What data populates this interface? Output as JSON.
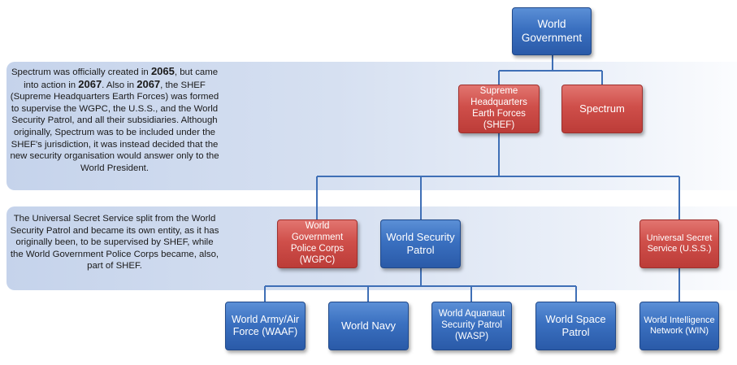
{
  "note_top": {
    "parts": [
      {
        "t": "Spectrum was officially created in ",
        "b": false
      },
      {
        "t": "2065",
        "b": true
      },
      {
        "t": ", but came into action in ",
        "b": false
      },
      {
        "t": "2067",
        "b": true
      },
      {
        "t": ".  Also in ",
        "b": false
      },
      {
        "t": "2067",
        "b": true
      },
      {
        "t": ", the SHEF (Supreme Headquarters Earth Forces) was formed to supervise the WGPC, the U.S.S., and the World Security Patrol, and all their subsidiaries.  Although originally, Spectrum was to be included under the SHEF's jurisdiction, it was instead decided that the new security organisation would answer only to the World President.",
        "b": false
      }
    ]
  },
  "note_bottom": "The Universal Secret Service split from the World Security Patrol and became its own entity, as it has originally been, to be supervised by SHEF, while the World Government Police Corps became, also, part of SHEF.",
  "nodes": {
    "world_government": "World Government",
    "shef": "Supreme Headquarters Earth Forces (SHEF)",
    "spectrum": "Spectrum",
    "wgpc": "World Government Police Corps (WGPC)",
    "wsp": "World Security Patrol",
    "uss": "Universal Secret Service (U.S.S.)",
    "waaf": "World Army/Air Force (WAAF)",
    "navy": "World Navy",
    "wasp": "World Aquanaut Security Patrol (WASP)",
    "space": "World Space Patrol",
    "win": "World Intelligence Network (WIN)"
  },
  "colors": {
    "blue_box": "#3a70c0",
    "red_box": "#cf4f4a",
    "connector": "#3f6fb6",
    "band": "#d0dcef"
  }
}
